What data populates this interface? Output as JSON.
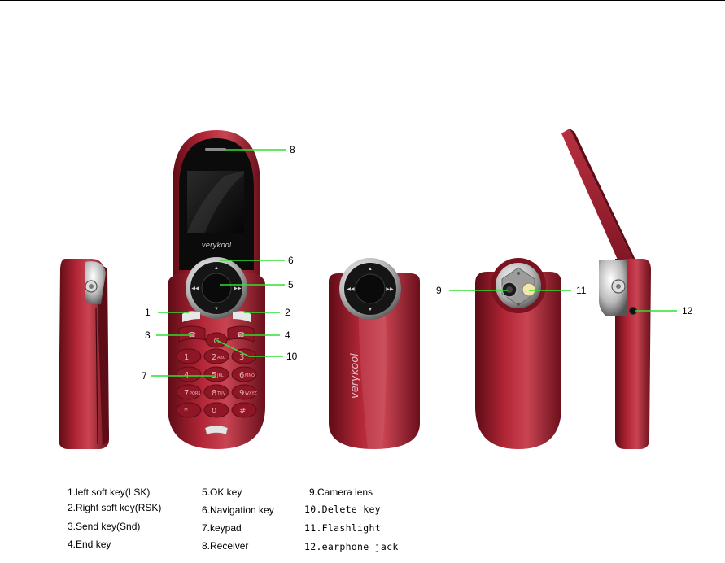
{
  "brand_text": "verykool",
  "keypad_keys": [
    {
      "glyph": "1",
      "letters": ""
    },
    {
      "glyph": "2",
      "letters": "ABC"
    },
    {
      "glyph": "3",
      "letters": ""
    },
    {
      "glyph": "4",
      "letters": ""
    },
    {
      "glyph": "5",
      "letters": "JKL"
    },
    {
      "glyph": "6",
      "letters": "MNO"
    },
    {
      "glyph": "7",
      "letters": "PQRS"
    },
    {
      "glyph": "8",
      "letters": "TUV"
    },
    {
      "glyph": "9",
      "letters": "WXYZ"
    },
    {
      "glyph": "*",
      "letters": ""
    },
    {
      "glyph": "0",
      "letters": ""
    },
    {
      "glyph": "#",
      "letters": ""
    }
  ],
  "callouts": [
    "1",
    "2",
    "3",
    "4",
    "5",
    "6",
    "7",
    "8",
    "9",
    "10",
    "11",
    "12"
  ],
  "legend": [
    "1.left soft key(LSK)",
    "2.Right soft key(RSK)",
    "3.Send key(Snd)",
    "4.End key",
    "5.OK key",
    "6.Navigation key",
    "7.keypad",
    "8.Receiver",
    "9.Camera lens",
    "10.Delete key",
    "11.Flashlight",
    "12.earphone jack"
  ],
  "colors": {
    "phone_body": "#a11a2a",
    "phone_dark": "#5e0c16",
    "phone_highlight": "#d9737e",
    "callout_line": "#2ee02e",
    "chrome": "#c8c8c8",
    "screen": "#0a0a0a"
  }
}
